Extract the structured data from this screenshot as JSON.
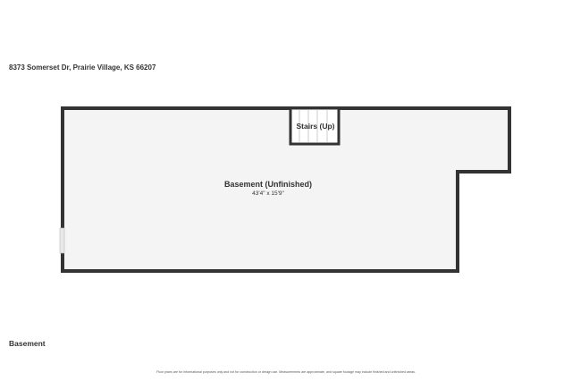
{
  "address": "8373 Somerset Dr, Prairie Village, KS 66207",
  "floor_label": "Basement",
  "disclaimer": "Floor plans are for informational purposes only and not for construction or design use. Measurements are approximate, and square footage may include finished and unfinished areas.",
  "rooms": [
    {
      "name": "Basement (Unfinished)",
      "dimensions": "43'4\" x 15'9\""
    },
    {
      "name": "Stairs (Up)"
    }
  ],
  "colors": {
    "wall": "#333333",
    "floor": "#f4f4f4"
  }
}
